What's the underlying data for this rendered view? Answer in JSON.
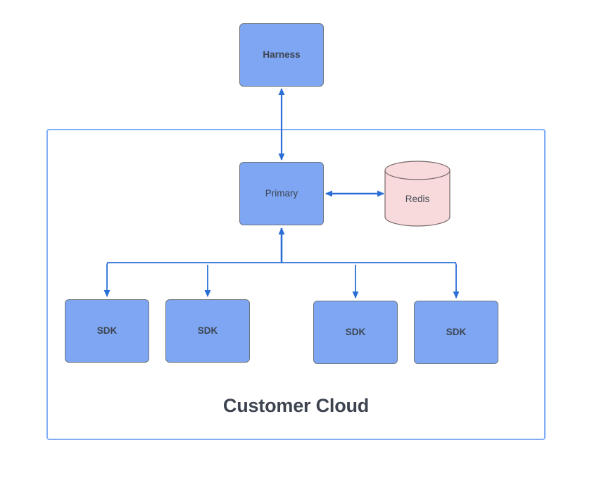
{
  "diagram": {
    "title": "Customer Cloud",
    "colors": {
      "node_fill": "#7EA6F2",
      "node_stroke": "#6c757d",
      "node_text": "#3d4450",
      "connector": "#2b6fd6",
      "container_border": "#82AEF5",
      "datastore_fill": "#F8DADD",
      "datastore_stroke": "#7a6a6a",
      "background": "#ffffff"
    },
    "nodes": {
      "harness": {
        "label": "Harness",
        "shape": "rounded-rectangle"
      },
      "primary": {
        "label": "Primary",
        "shape": "rounded-rectangle"
      },
      "redis": {
        "label": "Redis",
        "shape": "cylinder"
      },
      "sdks": [
        {
          "label": "SDK",
          "shape": "rounded-rectangle"
        },
        {
          "label": "SDK",
          "shape": "rounded-rectangle"
        },
        {
          "label": "SDK",
          "shape": "rounded-rectangle"
        },
        {
          "label": "SDK",
          "shape": "rounded-rectangle"
        }
      ]
    },
    "container": {
      "label": "Customer Cloud",
      "shape": "rounded-rectangle-outline"
    },
    "edges": [
      {
        "from": "Harness",
        "to": "Primary",
        "direction": "bidirectional",
        "orientation": "vertical"
      },
      {
        "from": "Primary",
        "to": "Redis",
        "direction": "bidirectional",
        "orientation": "horizontal"
      },
      {
        "from": "SDK",
        "to": "Primary",
        "direction": "to-primary",
        "orientation": "tree-bus"
      },
      {
        "from": "SDK",
        "to": "Primary",
        "direction": "to-primary",
        "orientation": "tree-bus"
      },
      {
        "from": "SDK",
        "to": "Primary",
        "direction": "to-primary",
        "orientation": "tree-bus"
      },
      {
        "from": "SDK",
        "to": "Primary",
        "direction": "to-primary",
        "orientation": "tree-bus"
      }
    ]
  }
}
